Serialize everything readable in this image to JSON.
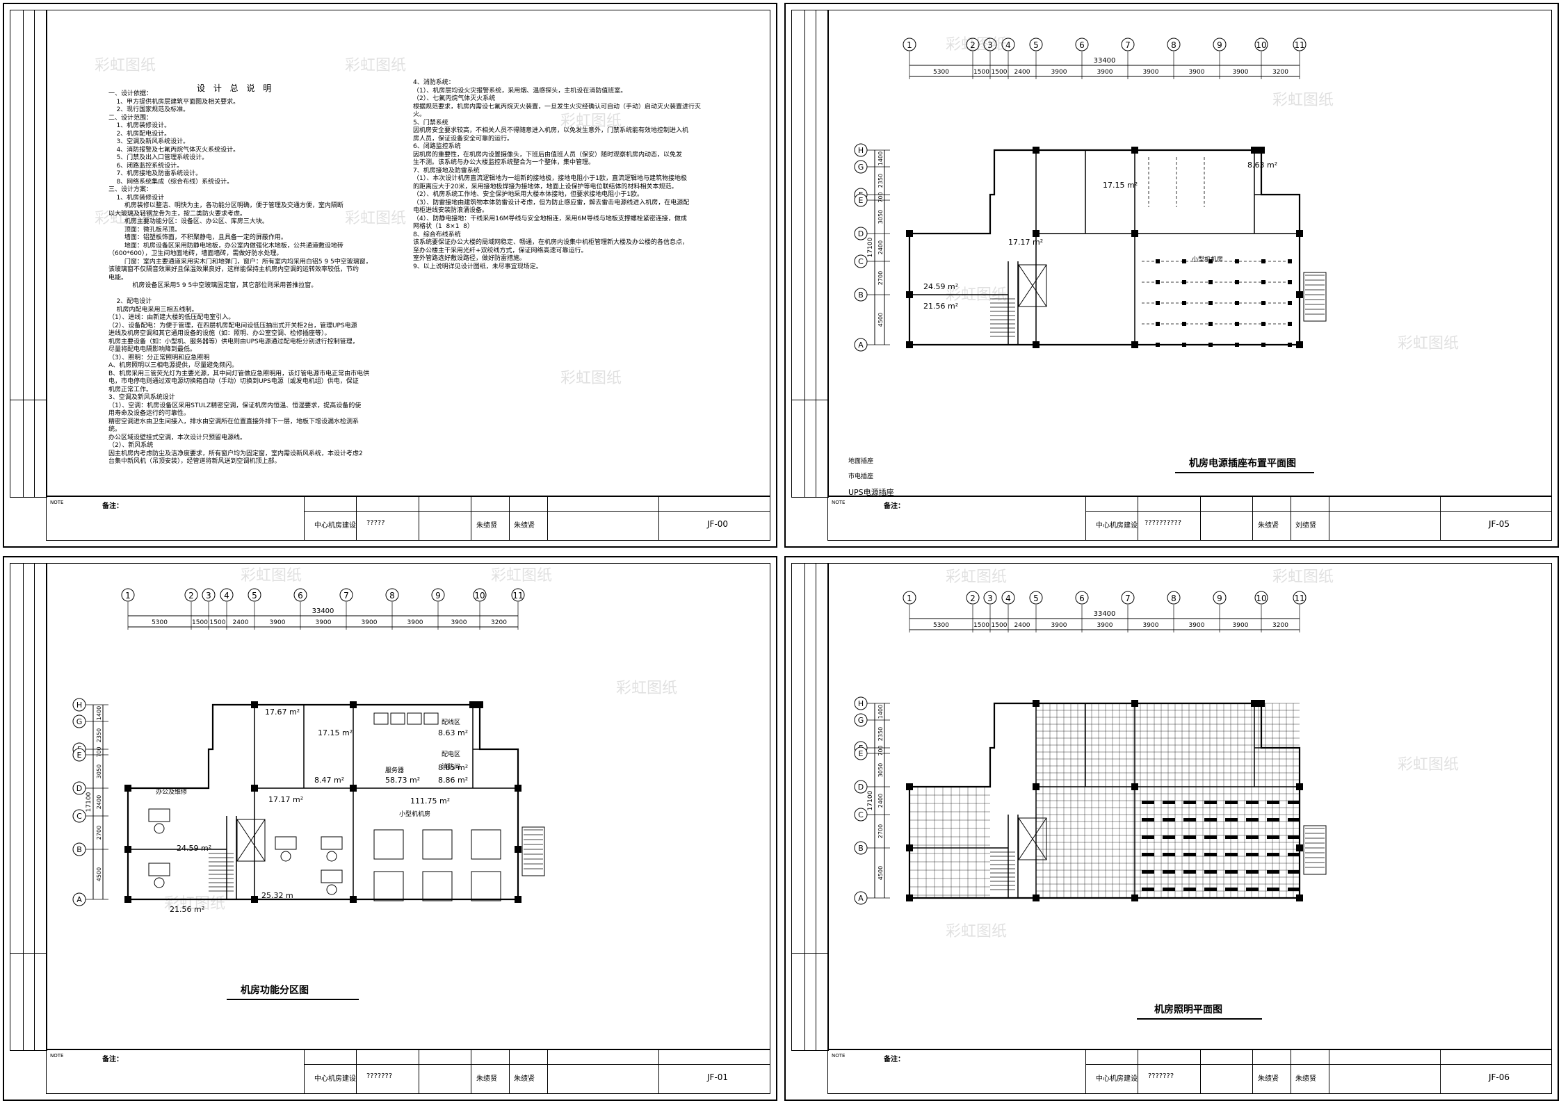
{
  "watermark": "彩虹图纸",
  "sheet1": {
    "title": "设 计 总 说 明",
    "col1": "一、设计依据：\n    1、甲方提供机房层建筑平面图及相关要求。\n    2、现行国家规范及标准。\n二、设计范围：\n    1、机房装修设计。\n    2、机房配电设计。\n    3、空调及新风系统设计。\n    4、消防报警及七氟丙烷气体灭火系统设计。\n    5、门禁及出入口管理系统设计。\n    6、闭路监控系统设计。\n    7、机房接地及防雷系统设计。\n    8、网络系统集成（综合布线）系统设计。\n三、设计方案：\n    1、机房装修设计\n        机房装修以整洁、明快为主，各功能分区明确，便于管理及交通方便，室内隔断\n以大玻璃及轻钢龙骨为主，按二类防火要求考虑。\n        机房主要功能分区：设备区、办公区、库房三大块。\n        顶面：微孔板吊顶。\n        墙面：铝塑板饰面，不积聚静电，且具备一定的屏蔽作用。\n        地面：机房设备区采用防静电地板，办公室内做强化木地板，公共通道敷设地砖\n（600*600），卫生间地面地砖，墙面墙砖，需做好防水处理。\n        门窗：室内主要通道采用实木门和地弹门，窗户：所有室内均采用白铝5 9 5中空玻璃窗，\n该玻璃窗不仅隔音效果好且保温效果良好，这样能保持主机房内空调的运转效率较低，节约\n电能。\n            机房设备区采用5 9 5中空玻璃固定窗，其它部位则采用普推拉窗。\n\n    2、配电设计\n    机房内配电采用三相五线制。\n（1）、进线：由新建大楼的低压配电室引入。\n（2）、设备配电：为便于管理，在四层机房配电间设低压抽出式开关柜2台，管理UPS电源\n进线及机房空调和其它通用设备的设施（如：照明、办公室空调、检修插座等）。\n机房主要设备（如：小型机、服务器等）供电则由UPS电源通过配电柜分别进行控制管理，\n尽量将配电电隔影响降到最低。\n（3）、照明：分正常照明和应急照明\nA、机房照明以三相电源提供，尽量避免频闪。\nB、机房采用三管荧光灯为主要光源，其中间灯管做应急照明用，该灯管电源市电正常由市电供\n电，市电停电则通过双电源切换箱自动（手动）切换到UPS电源（或发电机组）供电，保证\n机房正常工作。\n3、空调及新风系统设计\n（1）、空调：机房设备区采用STULZ精密空调，保证机房内恒温、恒湿要求，提高设备的使\n用寿命及设备运行的可靠性。\n精密空调进水由卫生间接入，排水由空调所在位置直接外排下一层，地板下增设漏水检测系\n统。\n办公区域设壁挂式空调，本次设计只预留电源线。\n（2）、新风系统\n因主机房内考虑防尘及洁净度要求，所有窗户均为固定窗，室内需设新风系统，本设计考虑2\n台集中新风机（吊顶安装），经管道将新风送到空调机顶上部。",
    "col2": "4、消防系统：\n（1）、机房层均设火灾报警系统，采用烟、温感探头，主机设在消防值班室。\n（2）、七氟丙烷气体灭火系统\n根据规范要求，机房内需设七氟丙烷灭火装置，一旦发生火灾经确认可自动（手动）启动灭火装置进行灭\n火。\n5、门禁系统\n因机房安全要求较高，不相关人员不得随意进入机房，以免发生意外，门禁系统能有效地控制进入机\n房人员，保证设备安全可靠的运行。\n6、闭路监控系统\n因机房的重要性，在机房内设置摄像头，下班后由值班人员（保安）随时观察机房内动态，以免发\n生不测。该系统与办公大楼监控系统整合为一个整体，集中管理。\n7、机房接地及防雷系统\n（1）、本次设计机房直流逻辑地为一组新的接地极，接地电阻小于1欧，直流逻辑地与建筑物接地极\n的距离应大于20米，采用接地极焊接为接地体，地面上设保护等电位联结体的材料相关本规范。\n（2）、机房系统工作地、安全保护地采用大楼本体接地，但要求接地电阻小于1欧。\n（3）、防雷接地由建筑物本体防雷设计考虑，但为防止感应雷，解去雷击电源线进入机房，在电源配\n电柜进线安装防浪涌设备。\n（4）、防静电接地：干线采用16M导线与安全地相连，采用6M导线与地板支撑螺栓紧密连接，做成\n网格状（1  8×1  8）\n8、综合布线系统\n该系统要保证办公大楼的局域网稳定、畅通，在机房内设集中机柜管理新大楼及办公楼的各信息点，\n至办公楼主干采用光纤+双绞线方式，保证网络高速可靠运行。\n室外管路选好敷设路径，做好防雷措施。\n9、以上说明详见设计图纸，未尽事宜现场定。",
    "project": "中心机房建设",
    "drawing": "?????",
    "name1": "朱绩贤",
    "name2": "朱绩贤",
    "number": "JF-00"
  },
  "sheet2": {
    "drawing_title": "机房电源插座布置平面图",
    "project": "中心机房建设",
    "drawing": "??????????",
    "name1": "朱绩贤",
    "name2": "刘绩贤",
    "number": "JF-05",
    "legend": [
      "地面插座",
      "市电插座",
      "UPS电源插座"
    ]
  },
  "sheet3": {
    "drawing_title": "机房功能分区图",
    "project": "中心机房建设",
    "drawing": "???????",
    "name1": "朱绩贤",
    "name2": "朱绩贤",
    "number": "JF-01",
    "areas": [
      "17.67 m²",
      "17.15 m²",
      "58.73 m²",
      "8.63 m²",
      "8.85 m²",
      "8.86 m²",
      "8.47 m²",
      "17.17 m²",
      "24.59 m²",
      "21.56 m²",
      "25.32 m",
      "111.75 m²"
    ],
    "rooms": [
      "办公及维修",
      "配线区",
      "配电区",
      "消防间",
      "服务器",
      "小型机机房"
    ]
  },
  "sheet4": {
    "drawing_title": "机房照明平面图",
    "project": "中心机房建设",
    "drawing": "???????",
    "name1": "朱绩贤",
    "name2": "朱绩贤",
    "number": "JF-06"
  },
  "plan": {
    "axes_numbers": [
      "1",
      "2",
      "3",
      "4",
      "5",
      "6",
      "7",
      "8",
      "9",
      "10",
      "11"
    ],
    "axes_letters": [
      "H",
      "G",
      "F",
      "E",
      "D",
      "C",
      "B",
      "A"
    ],
    "overall_width": "33400",
    "spans": [
      "5300",
      "1500",
      "1500",
      "2400",
      "3900",
      "3900",
      "3900",
      "3900",
      "3900",
      "3200"
    ],
    "overall_depth": "17100",
    "vspans": [
      "1400",
      "2350",
      "700",
      "3050",
      "2400",
      "2700",
      "4500"
    ]
  },
  "titleblock": {
    "note_label": "备注："
  }
}
